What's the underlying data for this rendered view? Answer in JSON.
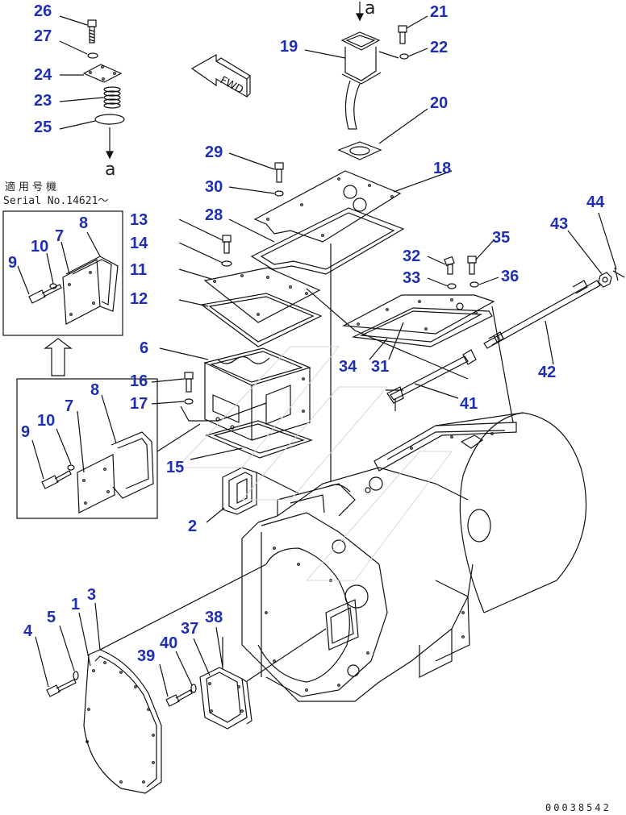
{
  "diagram": {
    "serial_note_jp": "適用号機",
    "serial_note": "Serial No.14621～",
    "ref_letter": "a",
    "fwd_label": "FWD",
    "drawing_number": "00038542"
  },
  "callouts": [
    "1",
    "2",
    "3",
    "4",
    "5",
    "6",
    "7",
    "8",
    "9",
    "10",
    "11",
    "12",
    "13",
    "14",
    "15",
    "16",
    "17",
    "18",
    "19",
    "20",
    "21",
    "22",
    "23",
    "24",
    "25",
    "26",
    "27",
    "28",
    "29",
    "30",
    "31",
    "32",
    "33",
    "34",
    "35",
    "36",
    "37",
    "38",
    "39",
    "40",
    "41",
    "42",
    "43",
    "44"
  ],
  "colors": {
    "callout": "#1f2fb3",
    "line": "#111111"
  }
}
